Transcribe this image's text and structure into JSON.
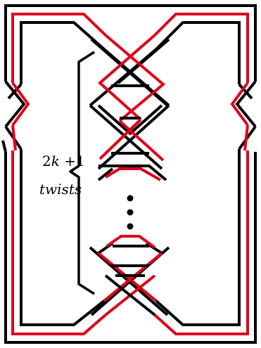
{
  "diagram": {
    "label": {
      "count_prefix": "2",
      "count_var": "k",
      "count_suffix": " +1",
      "word": "twists"
    },
    "colors": {
      "black_strand": "#000000",
      "red_strand": "#e0001b",
      "background": "#ffffff"
    },
    "ellipsis_dots": 3
  }
}
